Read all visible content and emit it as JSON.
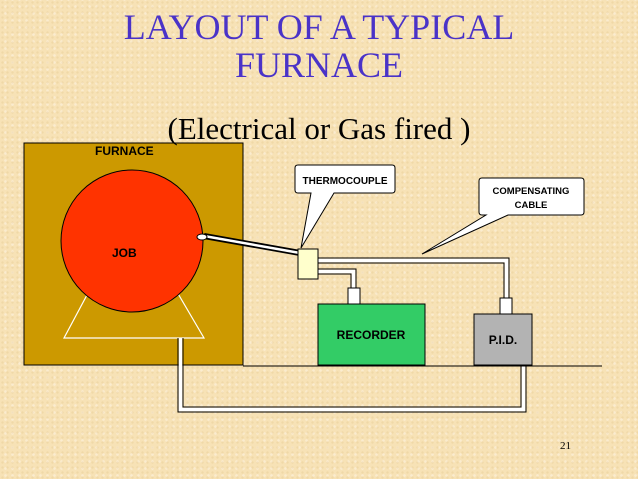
{
  "slide": {
    "title_line1": "LAYOUT OF A TYPICAL",
    "title_line2": "FURNACE",
    "subtitle": "(Electrical or Gas fired )",
    "page_number": "21"
  },
  "diagram": {
    "furnace_label": "FURNACE",
    "job_label": "JOB",
    "thermocouple_label": "THERMOCOUPLE",
    "compensating_label_line1": "COMPENSATING",
    "compensating_label_line2": "CABLE",
    "recorder_label": "RECORDER",
    "pid_label": "P.I.D."
  },
  "colors": {
    "title": "#4a33c8",
    "furnace": "#cc9900",
    "job": "#ff3300",
    "recorder": "#33cc66",
    "pid": "#b3b3b3",
    "thermocouple_head": "#ffffcc"
  }
}
